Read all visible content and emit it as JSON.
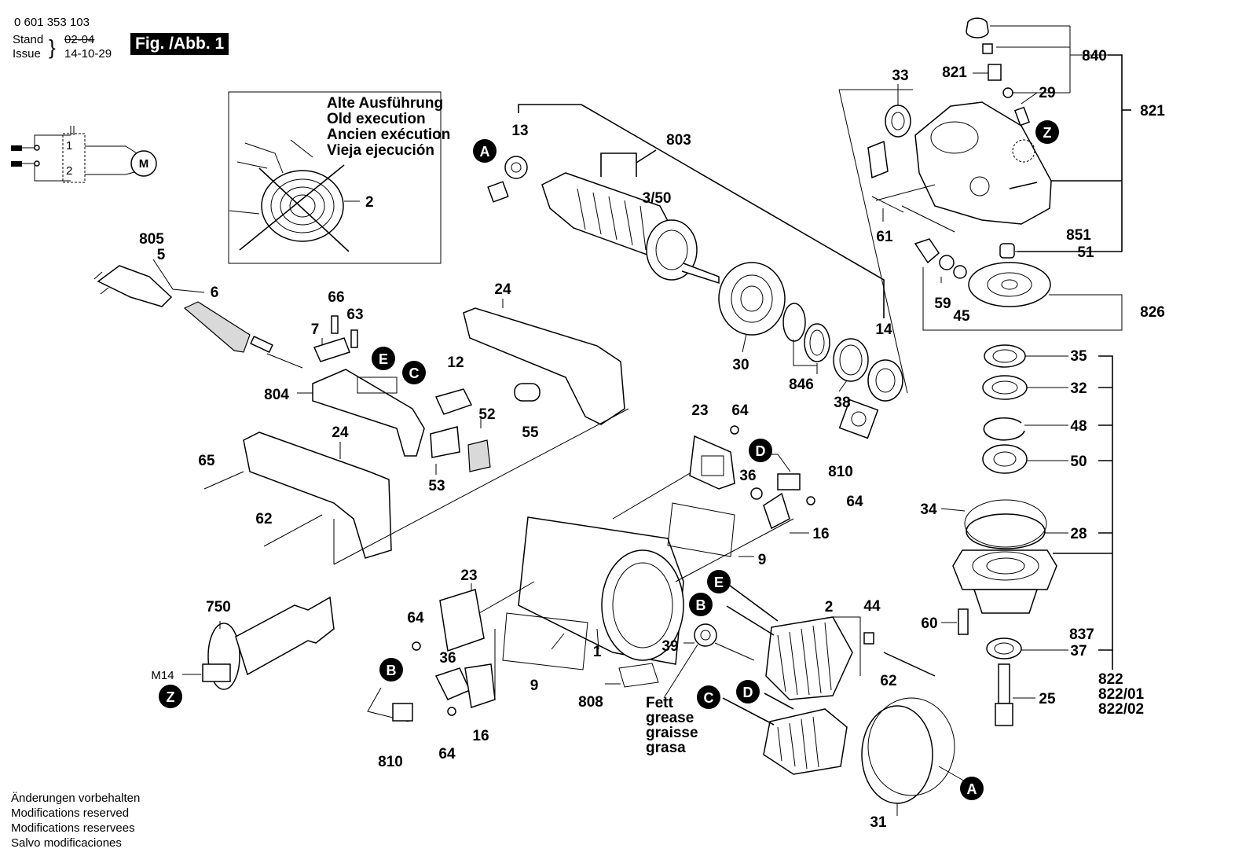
{
  "header": {
    "part_number": "0 601 353 103",
    "stand_label": "Stand",
    "issue_label": "Issue",
    "stand_value": "02-04",
    "issue_value": "14-10-29",
    "figure_title": "Fig. /Abb. 1"
  },
  "inset": {
    "lines": [
      "Alte Ausführung",
      "Old execution",
      "Ancien exécution",
      "Vieja ejecución"
    ],
    "part": "2"
  },
  "schematic": {
    "motor": "M",
    "terminal_1": "1",
    "terminal_2": "2"
  },
  "callouts": {
    "a": "A",
    "b": "B",
    "c": "C",
    "d": "D",
    "e": "E",
    "z": "Z"
  },
  "parts": {
    "p13": "13",
    "p803": "803",
    "p3_50": "3/50",
    "p14": "14",
    "p30": "30",
    "p846": "846",
    "p38": "38",
    "p33": "33",
    "p61": "61",
    "p59": "59",
    "p45": "45",
    "p840": "840",
    "p821a": "821",
    "p29": "29",
    "p821b": "821",
    "p851": "851",
    "p51": "51",
    "p826": "826",
    "p35": "35",
    "p32": "32",
    "p48": "48",
    "p50": "50",
    "p34": "34",
    "p28": "28",
    "p60": "60",
    "p837": "837",
    "p37": "37",
    "p822": "822",
    "p822_01": "822/01",
    "p822_02": "822/02",
    "p25": "25",
    "p805": "805",
    "p5": "5",
    "p6": "6",
    "p66": "66",
    "p7": "7",
    "p63": "63",
    "p804": "804",
    "p12": "12",
    "p24a": "24",
    "p24b": "24",
    "p55": "55",
    "p52": "52",
    "p53": "53",
    "p65": "65",
    "p62a": "62",
    "p23a": "23",
    "p64a": "64",
    "p810a": "810",
    "p36a": "36",
    "p64b": "64",
    "p16a": "16",
    "p9a": "9",
    "p750": "750",
    "m14": "M14",
    "p23b": "23",
    "p64c": "64",
    "p36b": "36",
    "p16b": "16",
    "p64d": "64",
    "p810b": "810",
    "p9b": "9",
    "p1": "1",
    "p808": "808",
    "p39": "39",
    "p2": "2",
    "p44": "44",
    "p62b": "62",
    "p31": "31"
  },
  "grease": [
    "Fett",
    "grease",
    "graisse",
    "grasa"
  ],
  "footer": [
    "Änderungen vorbehalten",
    "Modifications reserved",
    "Modifications reservees",
    "Salvo modificaciones"
  ]
}
